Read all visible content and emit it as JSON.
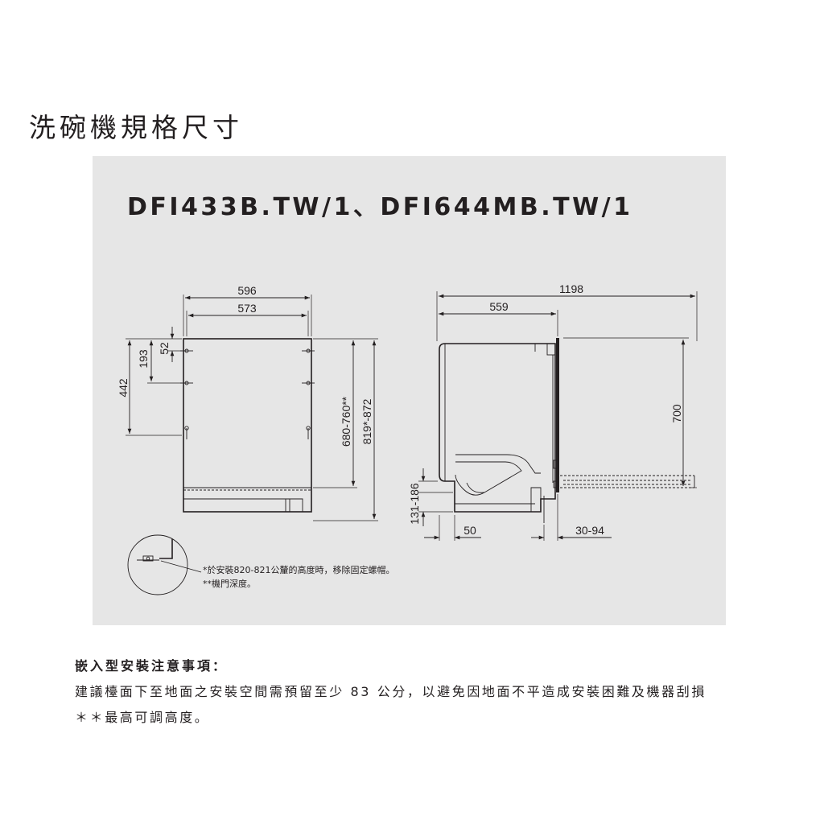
{
  "page_title": "洗碗機規格尺寸",
  "model_title": "DFI433B.TW/1、DFI644MB.TW/1",
  "front_view": {
    "width_outer": "596",
    "width_inner": "573",
    "height_mount": "442",
    "height_193": "193",
    "height_52": "52",
    "height_range": "680-760**",
    "height_total": "819*-872"
  },
  "side_view": {
    "depth_total": "1198",
    "depth_unit": "559",
    "height_door": "700",
    "leg_range": "131-186",
    "toe_depth": "50",
    "door_gap": "30-94"
  },
  "footnotes": {
    "line1": "*於安裝820-821公釐的高度時，移除固定螺帽。",
    "line2": "**機門深度。"
  },
  "notes": {
    "heading": "嵌入型安裝注意事項：",
    "line1": "建議檯面下至地面之安裝空間需預留至少 83 公分，以避免因地面不平造成安裝困難及機器刮損",
    "line2": "＊＊最高可調高度。"
  }
}
